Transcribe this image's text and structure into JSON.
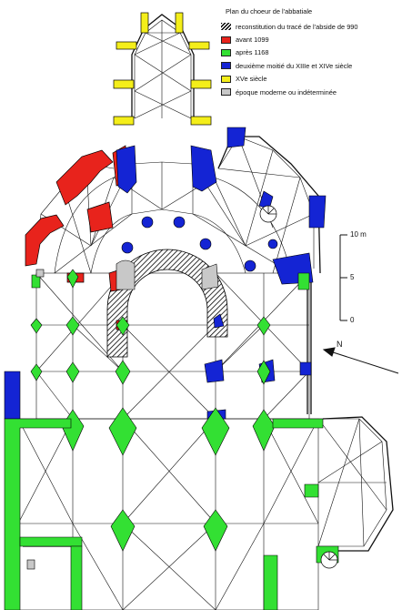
{
  "legend": {
    "title": "Plan du choeur de l'abbatiale",
    "items": [
      {
        "label": "reconstitution du tracé de l'abside de 990",
        "color": "hatch"
      },
      {
        "label": "avant 1099",
        "color": "#e8231c"
      },
      {
        "label": "après 1168",
        "color": "#33e033"
      },
      {
        "label": "deuxième moitié du XIIIe et XIVe siècle",
        "color": "#1424d4"
      },
      {
        "label": "XVe siècle",
        "color": "#f4ee1a"
      },
      {
        "label": "époque moderne ou indéterminée",
        "color": "#c8c8c8"
      }
    ]
  },
  "scale": {
    "label_10": "10 m",
    "label_5": "5",
    "label_0": "0"
  },
  "north": {
    "label": "N"
  },
  "colors": {
    "red": "#e8231c",
    "green": "#33e033",
    "blue": "#1424d4",
    "yellow": "#f4ee1a",
    "grey": "#c8c8c8",
    "line": "#111111"
  }
}
